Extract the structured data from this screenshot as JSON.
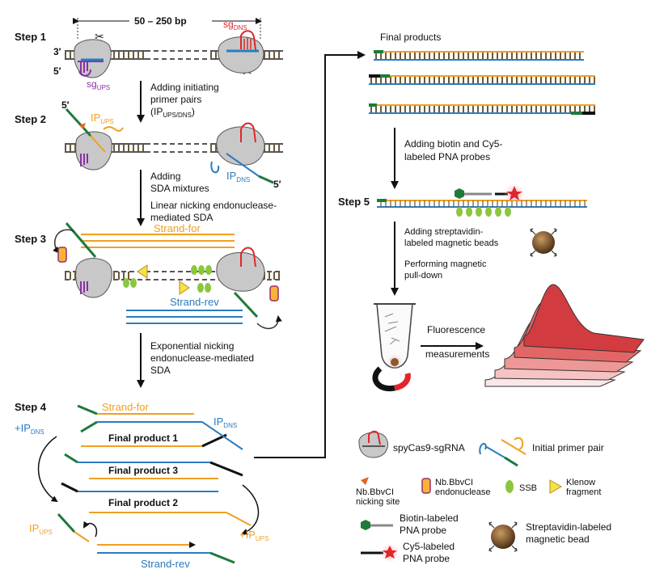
{
  "header": {
    "bp_range": "50 – 250 bp"
  },
  "steps": {
    "s1": "Step 1",
    "s2": "Step 2",
    "s3": "Step 3",
    "s4": "Step 4",
    "s5": "Step 5"
  },
  "ends": {
    "three_prime": "3′",
    "five_prime": "5′"
  },
  "sg": {
    "ups_base": "sg",
    "ups_sub": "UPS",
    "dns_base": "sg",
    "dns_sub": "DNS"
  },
  "ip": {
    "ups_base": "IP",
    "ups_sub": "UPS",
    "dns_base": "IP",
    "dns_sub": "DNS",
    "plus_dns": "+IP",
    "plus_ups": "+IP"
  },
  "arrows": {
    "a1_line1": "Adding initiating",
    "a1_line2": "primer pairs",
    "a1_line3_base": "(IP",
    "a1_line3_sub": "UPS/DNS",
    "a1_line3_end": ")",
    "a2_line1": "Adding",
    "a2_line2": "SDA mixtures",
    "a2_line3": "Linear nicking endonuclease-",
    "a2_line4": "mediated SDA",
    "a3_line1": "Exponential nicking",
    "a3_line2": "endonuclease-mediated",
    "a3_line3": "SDA",
    "a4_line1": "Adding biotin and Cy5-",
    "a4_line2": "labeled PNA probes",
    "a5_line1": "Adding streptavidin-",
    "a5_line2": "labeled magnetic beads",
    "a5_line3": "Performing magnetic",
    "a5_line4": "pull-down"
  },
  "strands": {
    "for": "Strand-for",
    "rev": "Strand-rev"
  },
  "final_products_title": "Final products",
  "final_products": {
    "p1": "Final product 1",
    "p2": "Final product 2",
    "p3": "Final product 3"
  },
  "fluor": {
    "line1": "Fluorescence",
    "line2": "measurements"
  },
  "legend": {
    "cas9": "spyCas9-sgRNA",
    "primer": "Initial primer pair",
    "nick_site_1": "Nb.BbvCI",
    "nick_site_2": "nicking site",
    "endo_1": "Nb.BbvCI",
    "endo_2": "endonuclease",
    "ssb": "SSB",
    "klenow_1": "Klenow",
    "klenow_2": "fragment",
    "biotin_1": "Biotin-labeled",
    "biotin_2": "PNA probe",
    "cy5_1": "Cy5-labeled",
    "cy5_2": "PNA probe",
    "bead_1": "Streptavidin-labeled",
    "bead_2": "magnetic bead"
  },
  "colors": {
    "orange": "#f0a020",
    "blue": "#2a7bc0",
    "red": "#e0262b",
    "purple": "#8b2fa8",
    "green": "#1e7a3a",
    "ssb_green": "#8cc63f",
    "grey_protein": "#c8c8c8",
    "dna_dark": "#4a4a4a"
  }
}
